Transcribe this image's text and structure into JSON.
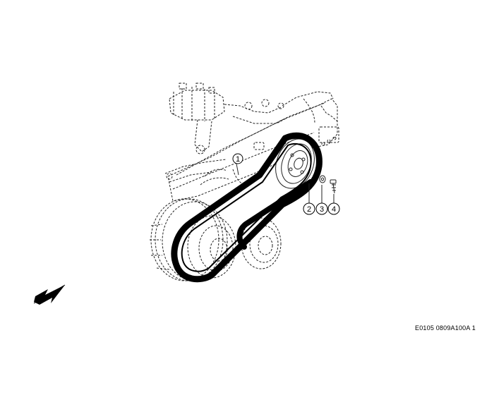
{
  "diagram": {
    "drawing_code": "E0105 0809A100A 1",
    "callouts": [
      {
        "id": "c1",
        "label": "1"
      },
      {
        "id": "c2",
        "label": "2"
      },
      {
        "id": "c3",
        "label": "3"
      },
      {
        "id": "c4",
        "label": "4"
      }
    ],
    "colors": {
      "line": "#222222",
      "belt": "#000000",
      "background": "#ffffff"
    },
    "icons": {
      "direction": "direction-arrow-icon"
    }
  }
}
